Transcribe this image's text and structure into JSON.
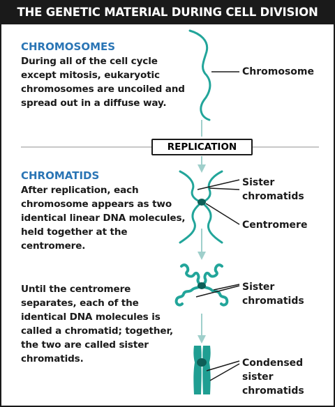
{
  "title": "THE GENETIC MATERIAL DURING CELL DIVISION",
  "chromosomes_section": {
    "heading": "CHROMOSOMES",
    "text": "During all of the cell cycle except mitosis, eukaryotic chromosomes are uncoiled and spread out in a diffuse way."
  },
  "replication_label": "REPLICATION",
  "chromatids_section": {
    "heading": "CHROMATIDS",
    "text": "After replication, each chromosome appears as two identical linear DNA molecules, held together at the centromere.",
    "text2": "Until the centromere separates, each of the identical DNA molecules is called a chromatid; together, the two are called sister chromatids."
  },
  "labels": {
    "chromosome": "Chromosome",
    "sister_chromatids_1": "Sister chromatids",
    "centromere": "Centromere",
    "sister_chromatids_2": "Sister chromatids",
    "condensed_sister_chromatids": "Condensed sister chromatids"
  },
  "colors": {
    "dna": "#22a59a",
    "dna_fill": "#1f9e92",
    "centromere": "#0e5e57",
    "heading": "#2a75b5",
    "arrow": "#9fcfcb",
    "title_bg": "#1a1a1a"
  }
}
